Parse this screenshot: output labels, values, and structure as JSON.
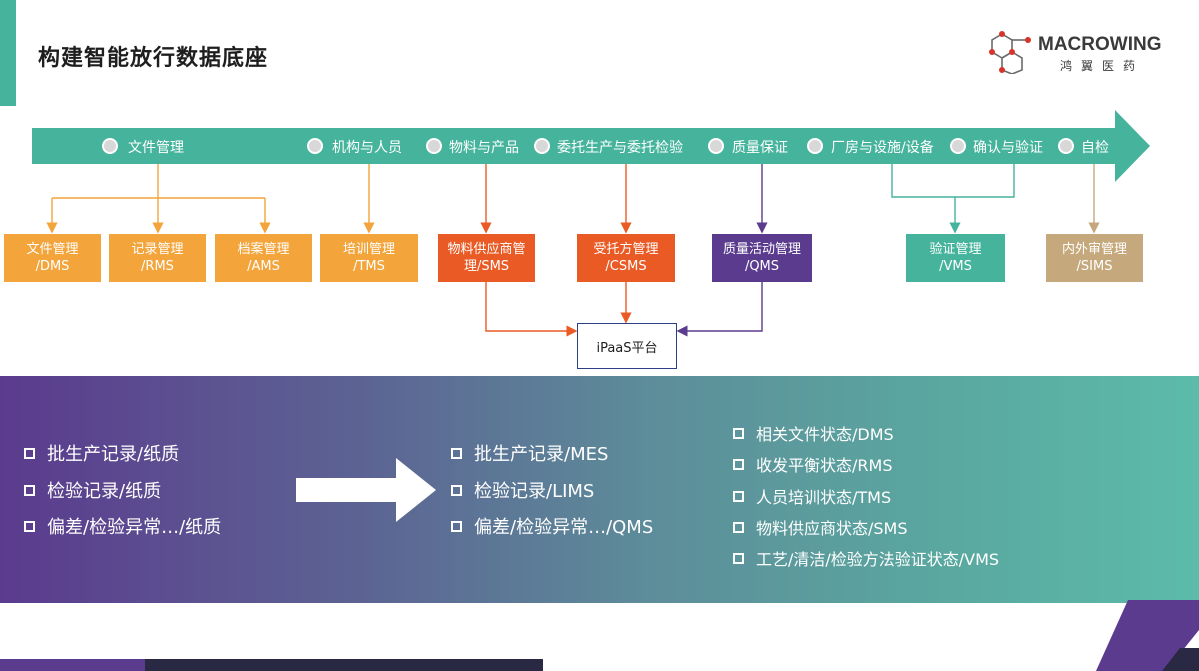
{
  "title": "构建智能放行数据底座",
  "logo": {
    "name": "MACROWING",
    "sub": "鸿翼医药"
  },
  "colors": {
    "teal": "#46b49c",
    "orange": "#f3a43a",
    "red_orange": "#ea5a24",
    "purple": "#5b3b8e",
    "tan": "#c5a87c"
  },
  "categories": [
    "文件管理",
    "机构与人员",
    "物料与产品",
    "委托生产与委托检验",
    "质量保证",
    "厂房与设施/设备",
    "确认与验证",
    "自检"
  ],
  "systems": [
    {
      "line1": "文件管理",
      "line2": "/DMS"
    },
    {
      "line1": "记录管理",
      "line2": "/RMS"
    },
    {
      "line1": "档案管理",
      "line2": "/AMS"
    },
    {
      "line1": "培训管理",
      "line2": "/TMS"
    },
    {
      "line1": "物料供应商管",
      "line2": "理/SMS"
    },
    {
      "line1": "受托方管理",
      "line2": "/CSMS"
    },
    {
      "line1": "质量活动管理",
      "line2": "/QMS"
    },
    {
      "line1": "验证管理",
      "line2": "/VMS"
    },
    {
      "line1": "内外审管理",
      "line2": "/SIMS"
    }
  ],
  "ipaas": "iPaaS平台",
  "before_list": [
    "批生产记录/纸质",
    "检验记录/纸质",
    "偏差/检验异常…/纸质"
  ],
  "after_list": [
    "批生产记录/MES",
    "检验记录/LIMS",
    "偏差/检验异常…/QMS"
  ],
  "status_list": [
    "相关文件状态/DMS",
    "收发平衡状态/RMS",
    "人员培训状态/TMS",
    "物料供应商状态/SMS",
    "工艺/清洁/检验方法验证状态/VMS"
  ]
}
